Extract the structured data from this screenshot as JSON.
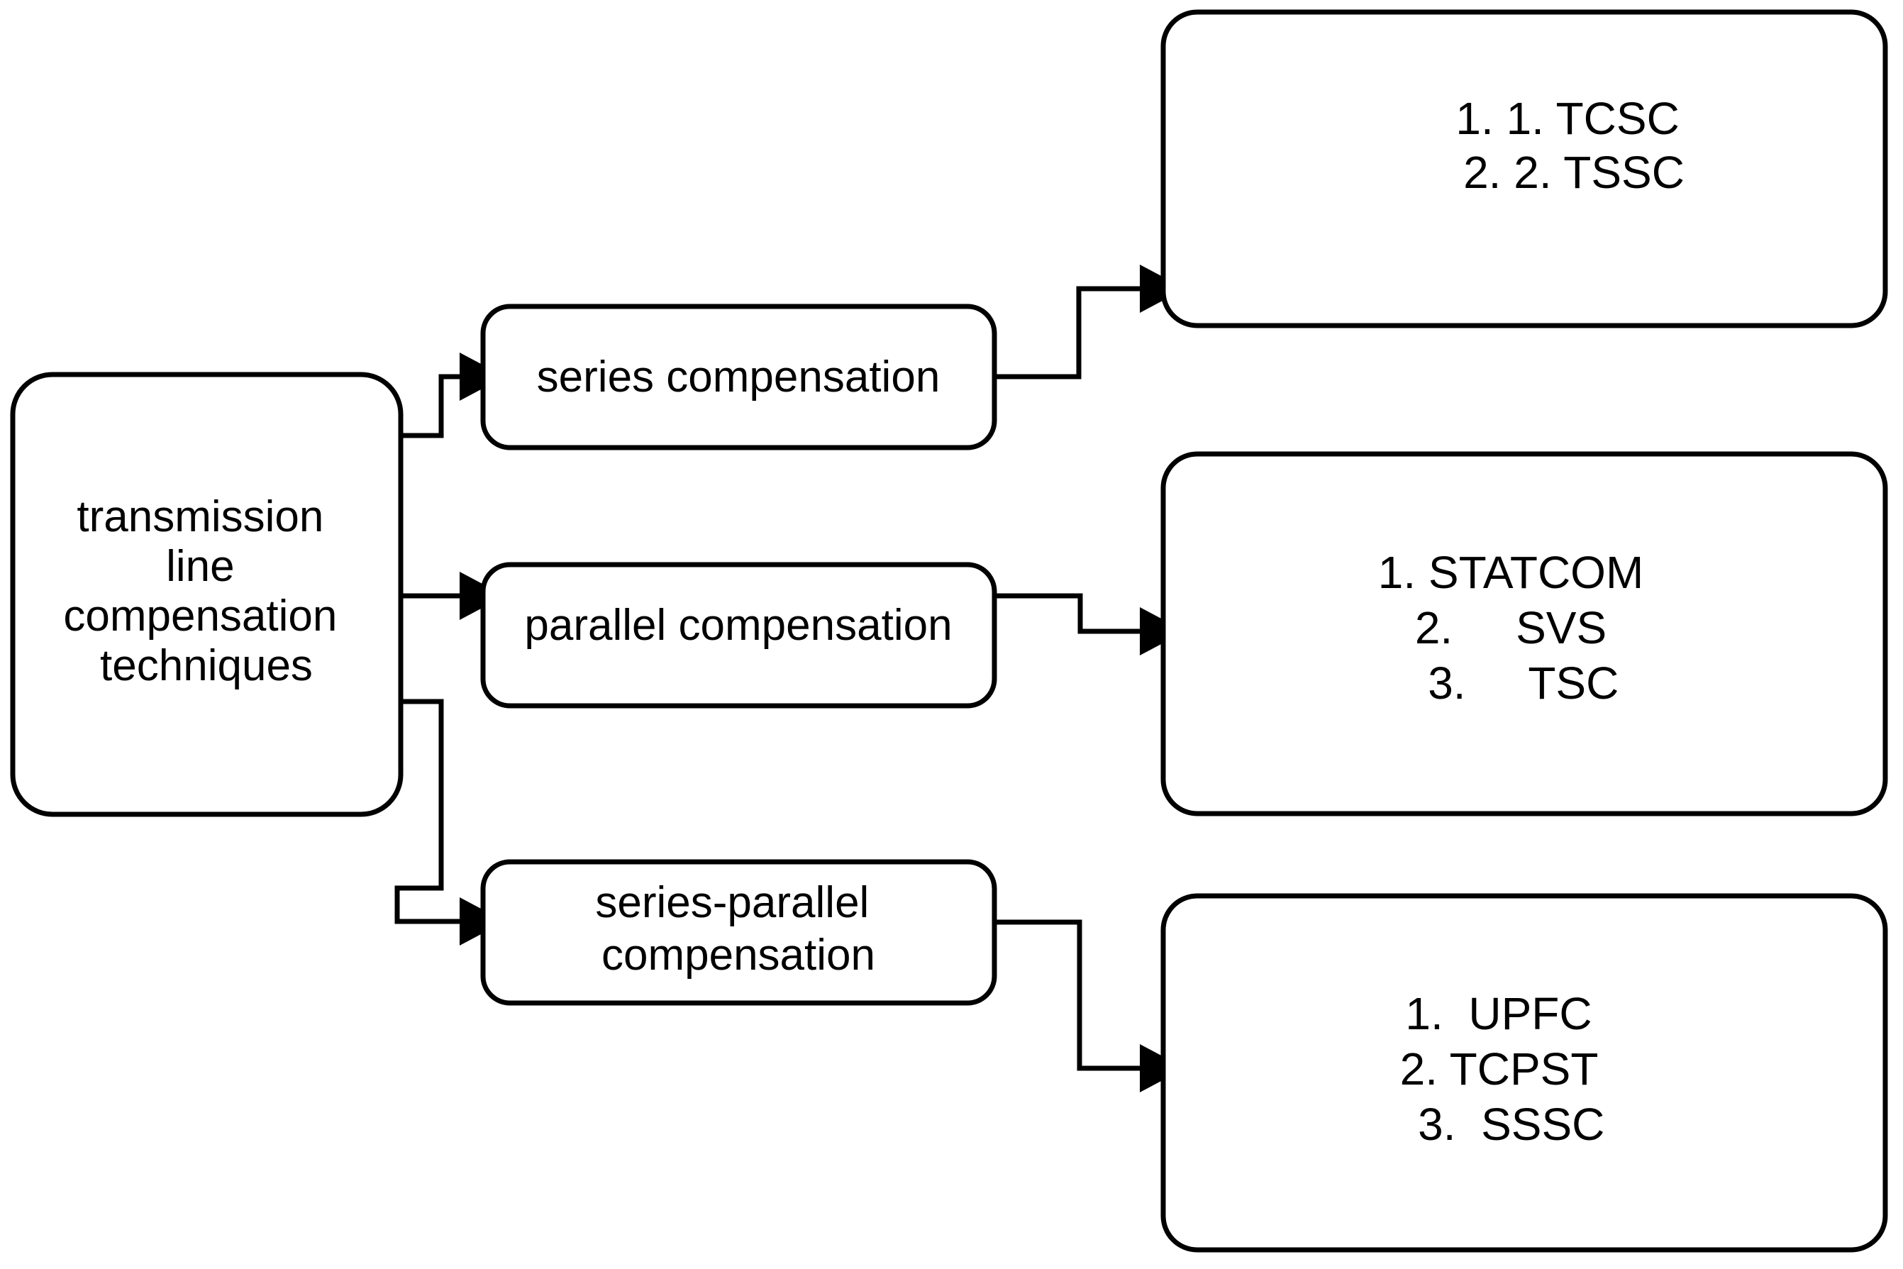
{
  "diagram": {
    "title": "transmission line compensation techniques",
    "type": "flowchart",
    "orientation": "left-to-right",
    "background_color": "#ffffff",
    "stroke_color": "#000000",
    "fill_color": "#ffffff"
  },
  "root": {
    "id": "root",
    "lines": [
      "transmission",
      "line",
      "compensation",
      "techniques"
    ]
  },
  "branches": [
    {
      "id": "series",
      "lines": [
        "series compensation"
      ]
    },
    {
      "id": "parallel",
      "lines": [
        "parallel compensation"
      ]
    },
    {
      "id": "series-parallel",
      "lines": [
        "series-parallel",
        "compensation"
      ]
    }
  ],
  "device_groups": [
    {
      "id": "series-devices",
      "items": [
        "1. 1. TCSC",
        "2. 2. TSSC"
      ]
    },
    {
      "id": "parallel-devices",
      "items": [
        "1. STATCOM",
        "2.     SVS",
        "3.     TSC"
      ]
    },
    {
      "id": "series-parallel-devices",
      "items": [
        "1.  UPFC",
        "2. TCPST",
        "3.  SSSC"
      ]
    }
  ],
  "connectors": [
    {
      "id": "root-to-series",
      "from": "root",
      "to": "series",
      "arrow": "arrow-head-icon"
    },
    {
      "id": "root-to-parallel",
      "from": "root",
      "to": "parallel",
      "arrow": "arrow-head-icon"
    },
    {
      "id": "root-to-series-parallel",
      "from": "root",
      "to": "series-parallel",
      "arrow": "arrow-head-icon"
    },
    {
      "id": "series-to-devices",
      "from": "series",
      "to": "series-devices",
      "arrow": "arrow-head-icon"
    },
    {
      "id": "parallel-to-devices",
      "from": "parallel",
      "to": "parallel-devices",
      "arrow": "arrow-head-icon"
    },
    {
      "id": "series-parallel-to-devices",
      "from": "series-parallel",
      "to": "series-parallel-devices",
      "arrow": "arrow-head-icon"
    }
  ]
}
